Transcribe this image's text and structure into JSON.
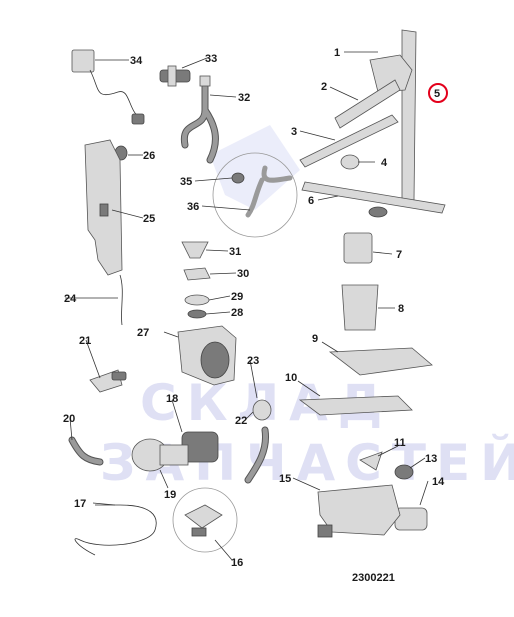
{
  "diagram_code": "2300221",
  "watermark": {
    "line1": "СКЛАД",
    "line2": "ЗАПЧАСТЕЙ"
  },
  "highlighted_part": "5",
  "labels": [
    {
      "id": "1",
      "text": "1"
    },
    {
      "id": "2",
      "text": "2"
    },
    {
      "id": "3",
      "text": "3"
    },
    {
      "id": "4",
      "text": "4"
    },
    {
      "id": "5",
      "text": "5"
    },
    {
      "id": "6",
      "text": "6"
    },
    {
      "id": "7",
      "text": "7"
    },
    {
      "id": "8",
      "text": "8"
    },
    {
      "id": "9",
      "text": "9"
    },
    {
      "id": "10",
      "text": "10"
    },
    {
      "id": "11",
      "text": "11"
    },
    {
      "id": "13",
      "text": "13"
    },
    {
      "id": "14",
      "text": "14"
    },
    {
      "id": "15",
      "text": "15"
    },
    {
      "id": "16",
      "text": "16"
    },
    {
      "id": "17",
      "text": "17"
    },
    {
      "id": "18",
      "text": "18"
    },
    {
      "id": "19",
      "text": "19"
    },
    {
      "id": "20",
      "text": "20"
    },
    {
      "id": "21",
      "text": "21"
    },
    {
      "id": "22",
      "text": "22"
    },
    {
      "id": "23",
      "text": "23"
    },
    {
      "id": "24",
      "text": "24"
    },
    {
      "id": "25",
      "text": "25"
    },
    {
      "id": "26",
      "text": "26"
    },
    {
      "id": "27",
      "text": "27"
    },
    {
      "id": "28",
      "text": "28"
    },
    {
      "id": "29",
      "text": "29"
    },
    {
      "id": "30",
      "text": "30"
    },
    {
      "id": "31",
      "text": "31"
    },
    {
      "id": "32",
      "text": "32"
    },
    {
      "id": "33",
      "text": "33"
    },
    {
      "id": "34",
      "text": "34"
    },
    {
      "id": "35",
      "text": "35"
    },
    {
      "id": "36",
      "text": "36"
    }
  ],
  "colors": {
    "highlight": "#e3001b",
    "watermark": "#c5c8ec",
    "line": "#333333"
  }
}
